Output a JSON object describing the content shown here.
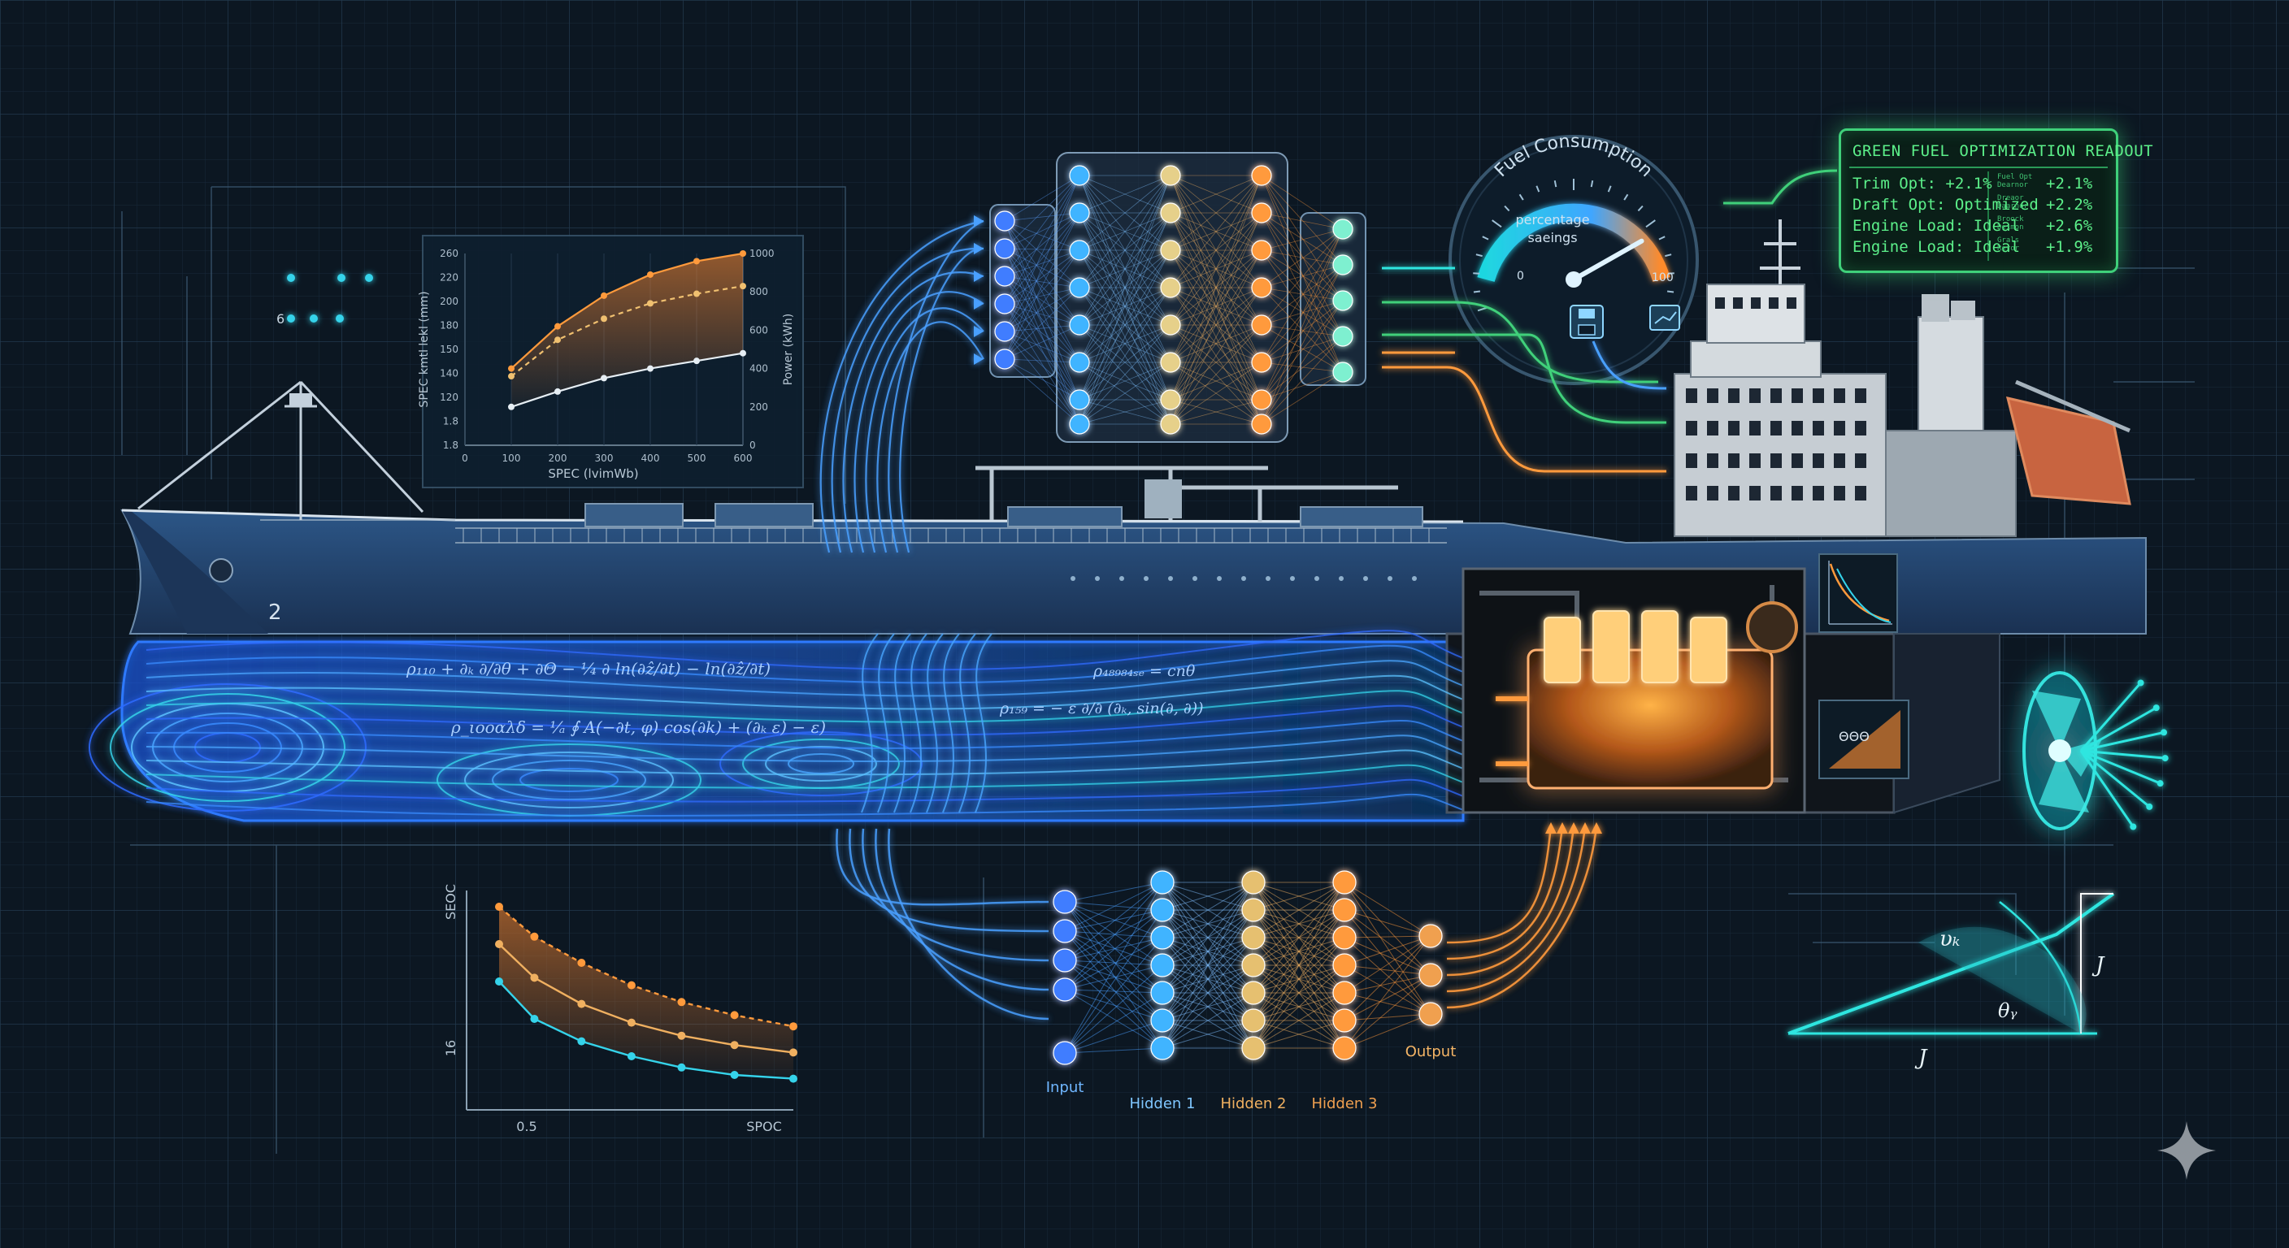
{
  "chart_top": {
    "type": "line",
    "xlabel": "SPEC (lvimWb)",
    "ylabel_left": "SPEC kmtl lekl (mm)",
    "ylabel_right": "Power (kWh)",
    "x_ticks": [
      "0",
      "100",
      "200",
      "300",
      "400",
      "500",
      "600"
    ],
    "y_left_ticks": [
      "260",
      "220",
      "200",
      "180",
      "150",
      "140",
      "120",
      "1.8",
      "1.8"
    ],
    "y_right_ticks": [
      "1000",
      "800",
      "600",
      "400",
      "200",
      "0"
    ],
    "series": [
      {
        "x": [
          100,
          200,
          300,
          400,
          500,
          600
        ],
        "y": [
          0.2,
          0.28,
          0.35,
          0.4,
          0.44,
          0.48
        ]
      },
      {
        "x": [
          100,
          200,
          300,
          400,
          500,
          600
        ],
        "y": [
          0.36,
          0.55,
          0.66,
          0.74,
          0.79,
          0.83
        ]
      },
      {
        "x": [
          100,
          200,
          300,
          400,
          500,
          600
        ],
        "y": [
          0.4,
          0.62,
          0.78,
          0.89,
          0.96,
          1.0
        ]
      }
    ]
  },
  "chart_bottom": {
    "type": "line",
    "ylabel": "SEOC",
    "xlabel": "SPOC",
    "x_tick": "0.5",
    "y_tick": "16",
    "series": [
      {
        "x": [
          0.0,
          0.12,
          0.28,
          0.45,
          0.62,
          0.8,
          1.0
        ],
        "y": [
          0.6,
          0.4,
          0.28,
          0.2,
          0.14,
          0.1,
          0.08
        ]
      },
      {
        "x": [
          0.0,
          0.12,
          0.28,
          0.45,
          0.62,
          0.8,
          1.0
        ],
        "y": [
          0.8,
          0.62,
          0.48,
          0.38,
          0.31,
          0.26,
          0.22
        ]
      },
      {
        "x": [
          0.0,
          0.12,
          0.28,
          0.45,
          0.62,
          0.8,
          1.0
        ],
        "y": [
          1.0,
          0.84,
          0.7,
          0.58,
          0.49,
          0.42,
          0.36
        ]
      }
    ]
  },
  "gauge": {
    "title": "Fuel Consumption",
    "subtitle_1": "percentage",
    "subtitle_2": "saeings",
    "min_label": "0",
    "max_label": "100",
    "needle_fraction": 0.78
  },
  "readout": {
    "title": "GREEN FUEL OPTIMIZATION READOUT",
    "rows": [
      {
        "label": "Trim Opt: +2.1%",
        "small_1": "Fuel Opt",
        "small_2": "Dearnor",
        "value": "+2.1%"
      },
      {
        "label": "Draft Opt: Optimized",
        "small_1": "Dreaor",
        "small_2": "Daarnor",
        "value": "+2.2%"
      },
      {
        "label": "Engine Load: Ideal",
        "small_1": "Broock",
        "small_2": "Deimon",
        "value": "+2.6%"
      },
      {
        "label": "Engine Load: Ideal",
        "small_1": "Grals",
        "small_2": "Reror",
        "value": "+1.9%"
      }
    ]
  },
  "nn_bottom": {
    "input_label": "Input",
    "hidden_1_label": "Hidden 1",
    "hidden_2_label": "Hidden 2",
    "hidden_3_label": "Hidden 3",
    "output_label": "Output"
  },
  "equations": {
    "eq1": "ρ₁₁₀ + ∂ₖ ∂/∂θ + ∂Θ − ¹⁄₄ ∂ ln(∂ẑ/∂t) − ln(∂ẑ/∂t)",
    "eq2": "ρ_ιοοαλδ = ¹⁄ₐ ∮ A(−∂t, φ) cos(∂k) + (∂ₖ ε) − ε)",
    "eq3": "ρ₄₈₉₈₄ₛₑ = cnθ",
    "eq4": "ρ₁₅₉ = − ε ∂/∂ (∂ₖ, sin(∂, ∂))"
  },
  "propeller": {
    "label_v": "υₖ",
    "label_j_right": "J",
    "label_theta": "θᵧ",
    "label_j_bottom": "J"
  },
  "ship": {
    "hull_mark": "2",
    "bow_mark": "6",
    "panel_label": "ΘΘΘ"
  },
  "colors": {
    "background": "#0c1722",
    "hull": "#24466e",
    "blue_flow": "#3a8bff",
    "orange_flow": "#ff9a3c",
    "cyan": "#2fe6e0",
    "green": "#3fd07a"
  }
}
